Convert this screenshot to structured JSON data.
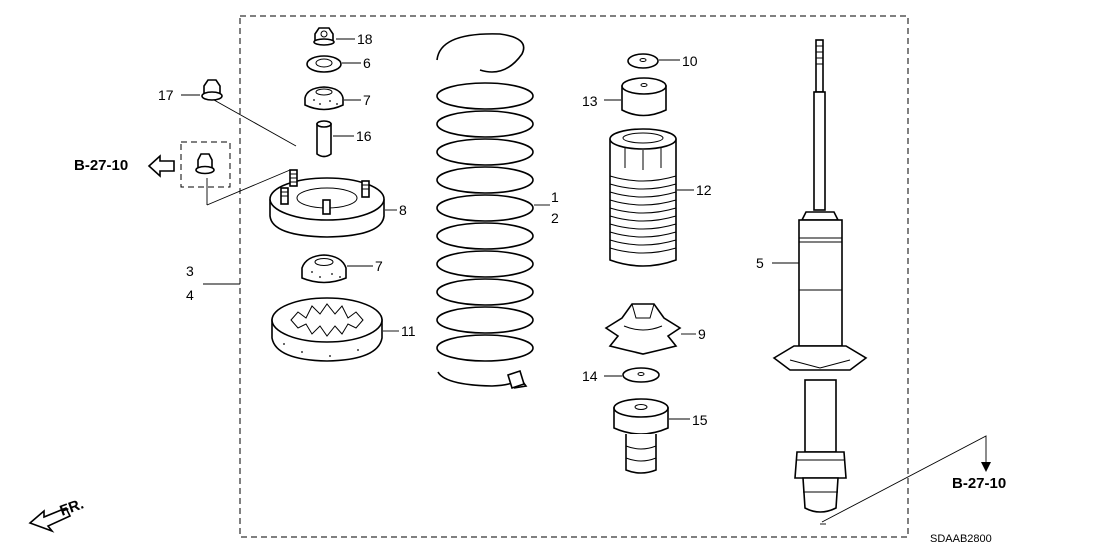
{
  "diagram": {
    "labels": {
      "p1": "1",
      "p2": "2",
      "p3": "3",
      "p4": "4",
      "p5": "5",
      "p6": "6",
      "p7a": "7",
      "p7b": "7",
      "p8": "8",
      "p9": "9",
      "p10": "10",
      "p11": "11",
      "p12": "12",
      "p13": "13",
      "p14": "14",
      "p15": "15",
      "p16": "16",
      "p17": "17",
      "p18": "18"
    },
    "refs": {
      "left": "B-27-10",
      "right": "B-27-10"
    },
    "front_label": "FR.",
    "drawing_code": "SDAAB2800"
  }
}
